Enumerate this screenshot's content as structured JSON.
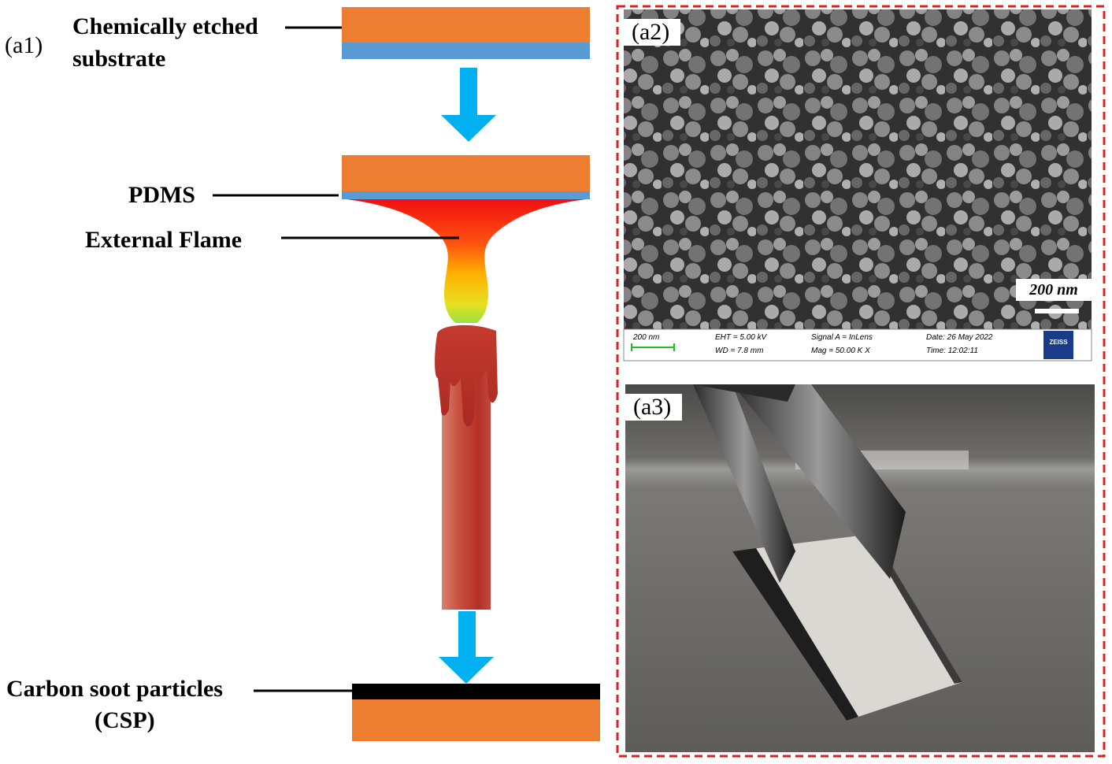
{
  "panel_a1": {
    "tag": "(a1)",
    "label_substrate_line1": "Chemically etched",
    "label_substrate_line2": "substrate",
    "label_pdms": "PDMS",
    "label_flame": "External Flame",
    "label_csp_line1": "Carbon soot particles",
    "label_csp_line2": "(CSP)"
  },
  "panel_a2": {
    "tag": "(a2)",
    "scale_bar": "200 nm",
    "info": {
      "scale": "200 nm",
      "eht": "EHT =  5.00 kV",
      "wd": "WD =  7.8 mm",
      "signal": "Signal A = InLens",
      "mag": "Mag =   50.00 K X",
      "date": "Date: 26 May 2022",
      "time": "Time: 12:02:11",
      "brand": "ZEISS"
    }
  },
  "panel_a3": {
    "tag": "(a3)"
  },
  "colors": {
    "substrate": "#ED7D31",
    "pdms": "#5B9BD5",
    "arrow": "#00B0F0",
    "soot": "#000000",
    "frame": "#E02020",
    "candle": "#C0463A"
  }
}
